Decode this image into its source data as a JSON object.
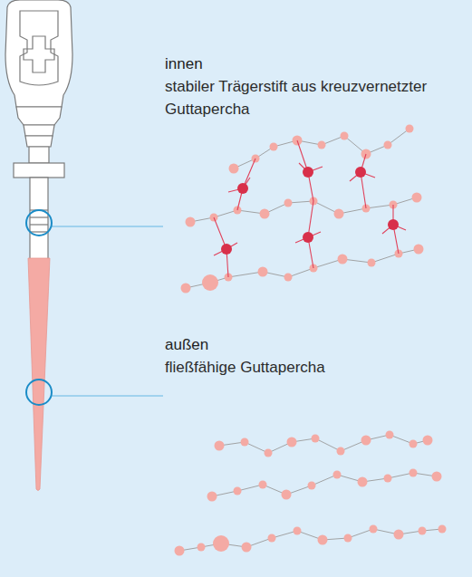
{
  "diagram": {
    "labels": [
      "innen",
      "stabiler Trägerstift aus kreuzvernetzter Guttapercha",
      "außen",
      "fließfähige Guttapercha"
    ]
  }
}
